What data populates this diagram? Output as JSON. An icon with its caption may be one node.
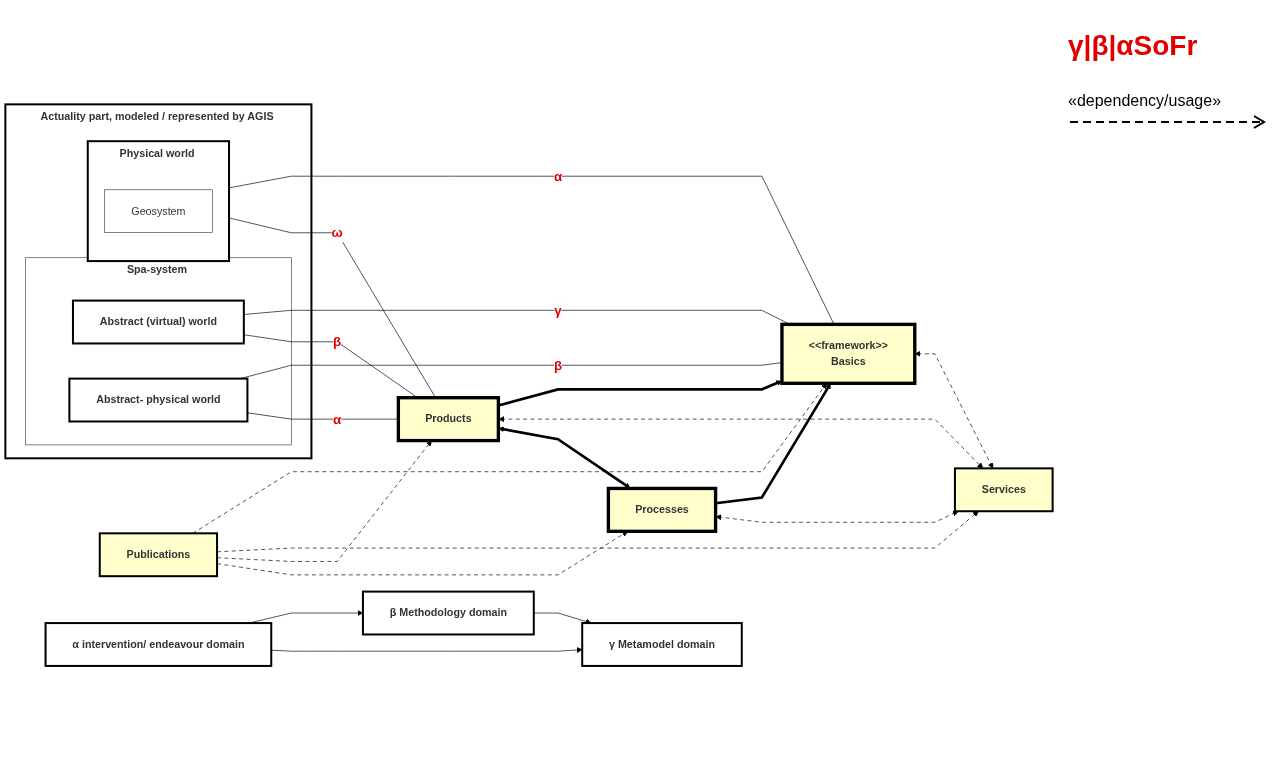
{
  "diagram": {
    "nodes": [
      {
        "text": [
          "Actuality part, modeled / represented by AGIS"
        ]
      },
      {
        "text": [
          "γ Metamodel domain"
        ]
      },
      {
        "text": [
          "β Methodology domain"
        ]
      },
      {
        "text": [
          "α intervention/ endeavour domain"
        ]
      },
      {
        "text": [
          "Spa-system"
        ],
        "in": 0
      },
      {
        "text": [
          "Abstract (virtual) world"
        ],
        "in": 4
      },
      {
        "text": [
          "Abstract- physical world"
        ],
        "in": 4
      },
      {
        "text": [
          "Physical world"
        ],
        "in": 0
      },
      {
        "text": [
          "Geosystem"
        ],
        "in": 7
      },
      {
        "text": [
          "<<framework>>",
          "Basics"
        ]
      },
      {
        "text": [
          "Publications"
        ]
      },
      {
        "text": [
          "Services"
        ]
      },
      {
        "text": [
          "Products"
        ]
      },
      {
        "text": [
          "Processes"
        ]
      }
    ],
    "edges": [
      {
        "from": 3,
        "to": 2,
        "arrow": "to"
      },
      {
        "from": 2,
        "to": 1,
        "arrow": "to"
      },
      {
        "from": 3,
        "to": 1,
        "arrow": "to"
      },
      {
        "from": 5,
        "to": 9,
        "label": "γ",
        "arrow": "none"
      },
      {
        "from": 5,
        "to": 12,
        "label": "β",
        "arrow": "none"
      },
      {
        "from": 6,
        "to": 9,
        "label": "β",
        "arrow": "none"
      },
      {
        "from": 6,
        "to": 12,
        "label": "α",
        "arrow": "none"
      },
      {
        "from": 7,
        "to": 9,
        "label": "α",
        "arrow": "none"
      },
      {
        "from": 7,
        "to": 12,
        "label": "ω",
        "arrow": "none"
      },
      {
        "from": 10,
        "to": 9,
        "arrow": "to",
        "style": "dashed"
      },
      {
        "from": 12,
        "to": 9,
        "arrow": "to",
        "style": "thick"
      },
      {
        "from": 13,
        "to": 9,
        "arrow": "to",
        "style": "thick"
      },
      {
        "from": 9,
        "to": 11,
        "arrow": "both",
        "style": "dashed"
      },
      {
        "from": 10,
        "to": 11,
        "arrow": "to",
        "style": "dashed"
      },
      {
        "from": 10,
        "to": 12,
        "arrow": "to",
        "style": "dashed"
      },
      {
        "from": 10,
        "to": 13,
        "arrow": "to",
        "style": "dashed"
      },
      {
        "from": 12,
        "to": 11,
        "arrow": "both",
        "style": "dashed"
      },
      {
        "from": 13,
        "to": 11,
        "arrow": "both",
        "style": "dashed"
      },
      {
        "from": 12,
        "to": 13,
        "arrow": "both",
        "style": "thick"
      }
    ],
    "labels": [
      "γ|β|αSoFr"
    ],
    "legend": [
      {
        "text": "«dependency/usage»"
      }
    ]
  }
}
